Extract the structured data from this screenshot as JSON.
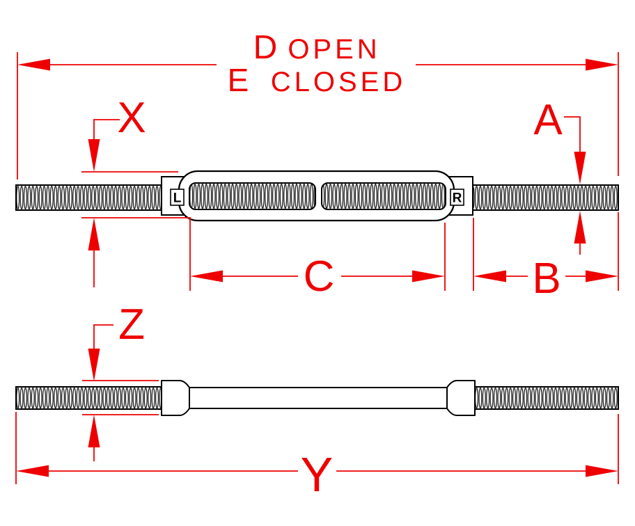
{
  "drawing": {
    "views": {
      "open_view": {
        "left_stud_label": "L",
        "right_stud_label": "R"
      }
    },
    "dimension_labels": {
      "overall_open": {
        "letter": "D",
        "qualifier": "OPEN"
      },
      "overall_closed": {
        "letter": "E",
        "qualifier": "CLOSED"
      },
      "body_end_diameter": "X",
      "thread_diameter": "A",
      "take_up_length": "C",
      "exposed_thread_length": "B",
      "closed_overall_length": "Y",
      "nut_diameter": "Z"
    },
    "colors": {
      "dimension_red": "#ee0000",
      "part_outline": "#000000",
      "background": "#ffffff"
    }
  }
}
